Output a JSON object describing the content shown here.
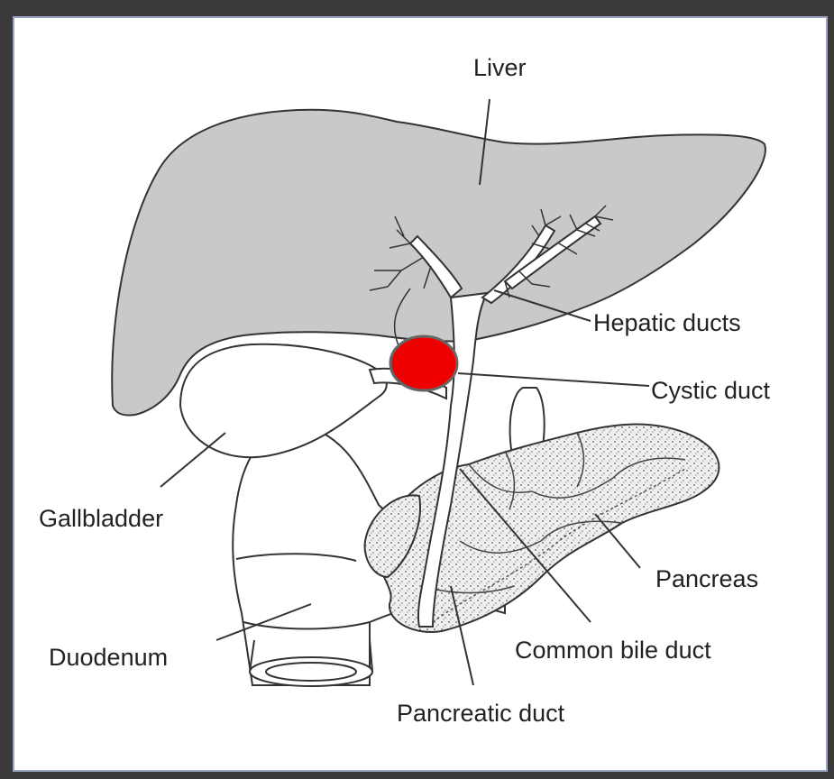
{
  "labels": {
    "liver": "Liver",
    "hepatic_ducts": "Hepatic ducts",
    "cystic_duct": "Cystic duct",
    "gallbladder": "Gallbladder",
    "pancreas": "Pancreas",
    "common_bile_duct": "Common bile duct",
    "duodenum": "Duodenum",
    "pancreatic_duct": "Pancreatic duct"
  },
  "colors": {
    "liver_fill": "#c9c9c9",
    "marker": "#ee0000",
    "outline": "#333333",
    "background": "#3a3a3a",
    "panel_border": "#9aa3c4"
  }
}
